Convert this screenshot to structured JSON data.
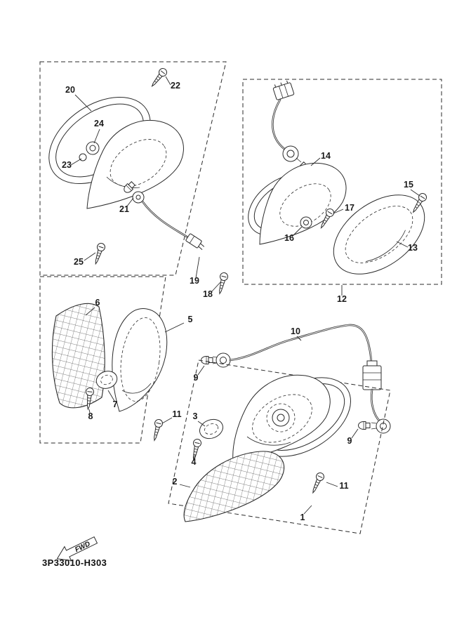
{
  "drawing": {
    "part_code": "3P33010-H303",
    "fwd_label": "FWD"
  },
  "callouts": {
    "c1": "1",
    "c2": "2",
    "c3": "3",
    "c4": "4",
    "c5": "5",
    "c6": "6",
    "c7": "7",
    "c8": "8",
    "c9a": "9",
    "c9b": "9",
    "c10": "10",
    "c11a": "11",
    "c11b": "11",
    "c12": "12",
    "c13": "13",
    "c14": "14",
    "c15": "15",
    "c16": "16",
    "c17": "17",
    "c18": "18",
    "c19": "19",
    "c20": "20",
    "c21": "21",
    "c22": "22",
    "c23": "23",
    "c24": "24",
    "c25": "25"
  }
}
